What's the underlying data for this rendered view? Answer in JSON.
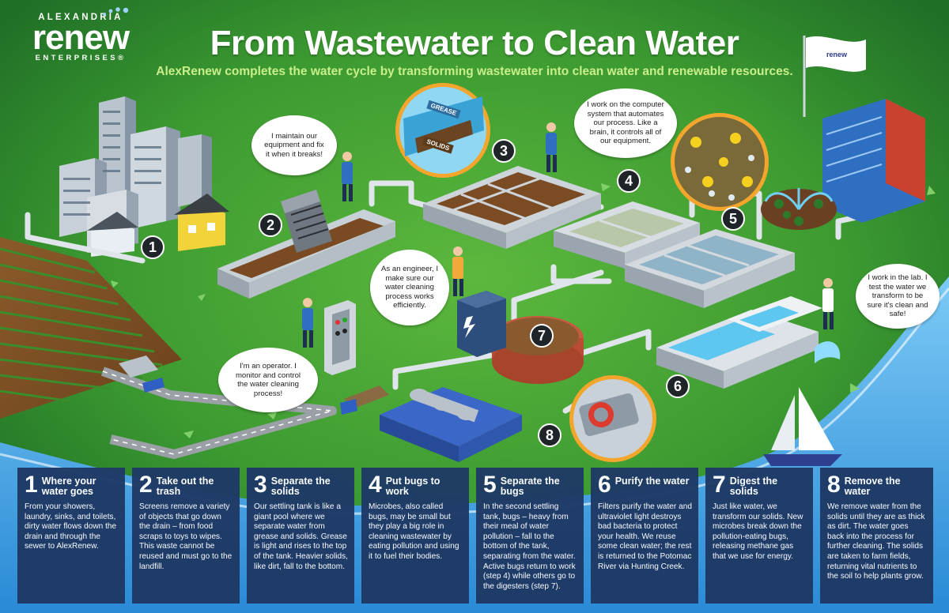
{
  "header": {
    "title": "From Wastewater to Clean Water",
    "subtitle": "AlexRenew completes the water cycle by transforming wastewater into clean water and renewable resources."
  },
  "logo": {
    "top": "ALEXANDRIA",
    "main_re": "re",
    "main_new": "new",
    "bottom": "ENTERPRISES®"
  },
  "flag_logo": "renew",
  "badges": [
    "GREASE",
    "SOLIDS"
  ],
  "step_numbers": [
    "1",
    "2",
    "3",
    "4",
    "5",
    "6",
    "7",
    "8"
  ],
  "bubbles": {
    "maintain": "I maintain our equipment and fix it when it breaks!",
    "computer": "I work on the computer system that automates our process. Like a brain, it controls all of our equipment.",
    "engineer": "As an engineer, I make sure our water cleaning process works efficiently.",
    "operator": "I'm an operator. I monitor and control the water cleaning process!",
    "lab": "I work in the lab. I test the water we transform to be sure it's clean and safe!"
  },
  "steps": [
    {
      "num": "1",
      "title": "Where your water goes",
      "body": "From your showers, laundry, sinks, and toilets, dirty water flows down the drain and through the sewer to AlexRenew."
    },
    {
      "num": "2",
      "title": "Take out the trash",
      "body": "Screens remove a variety of objects that go down the drain – from food scraps to toys to wipes. This waste cannot be reused and must go to the landfill."
    },
    {
      "num": "3",
      "title": "Separate the solids",
      "body": "Our settling tank is like a giant pool where we separate water from grease and solids. Grease is light and rises to the top of the tank. Heavier solids, like dirt, fall to the bottom."
    },
    {
      "num": "4",
      "title": "Put bugs to work",
      "body": "Microbes, also called bugs, may be small but they play a big role in cleaning wastewater by eating pollution and using it to fuel their bodies."
    },
    {
      "num": "5",
      "title": "Separate the bugs",
      "body": "In the second settling tank, bugs – heavy from their meal of water pollution – fall to the bottom of the tank, separating from the water. Active bugs return to work (step 4) while others go to the digesters (step 7)."
    },
    {
      "num": "6",
      "title": "Purify the water",
      "body": "Filters purify the water and ultraviolet light destroys bad bacteria to protect your health. We reuse some clean water; the rest is returned to the Potomac River via Hunting Creek."
    },
    {
      "num": "7",
      "title": "Digest the solids",
      "body": "Just like water, we transform our solids. New microbes break down the pollution-eating bugs, releasing methane gas that we use for energy."
    },
    {
      "num": "8",
      "title": "Remove the water",
      "body": "We remove water from the solids until they are as thick as dirt. The water goes back into the process for further cleaning. The solids are taken to farm fields, returning vital nutrients to the soil to help plants grow."
    }
  ],
  "colors": {
    "grass": "#2f8a2c",
    "grass_light": "#4fae3a",
    "river": "#3aa3e6",
    "panel": "#1f3a66",
    "subtitle": "#c9ef8a",
    "pipe": "#dfe5ea"
  }
}
